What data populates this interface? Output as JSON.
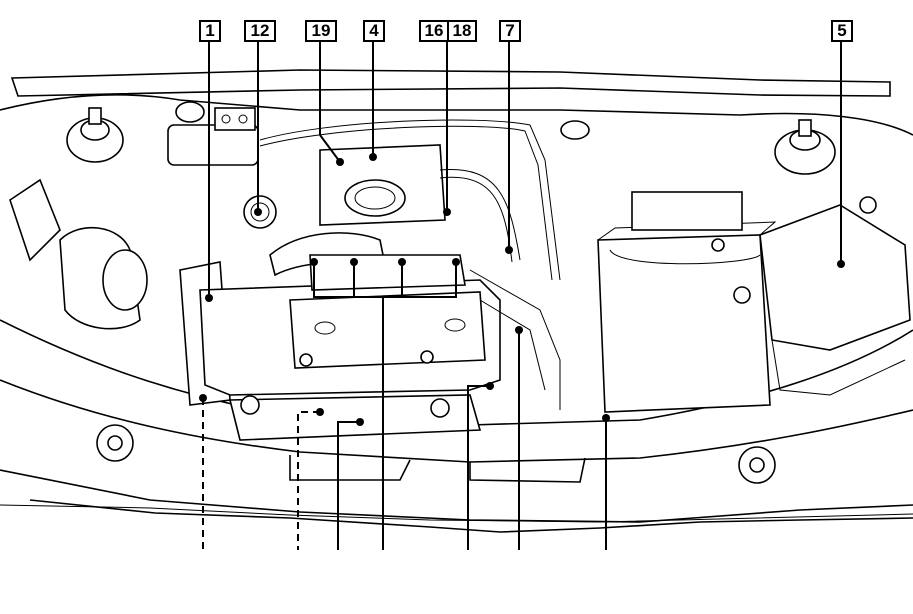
{
  "diagram": {
    "title": "Engine compartment component locations",
    "callouts_top": [
      "1",
      "12",
      "19",
      "4",
      "16",
      "18",
      "7",
      "5"
    ]
  }
}
